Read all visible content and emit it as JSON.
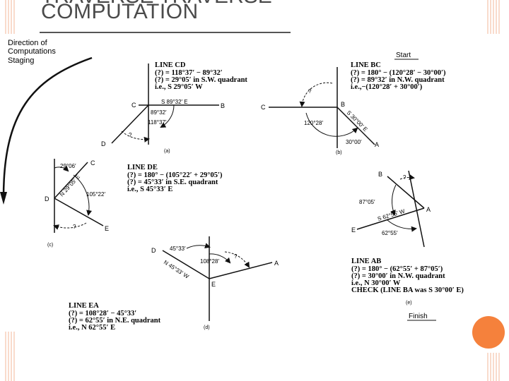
{
  "slide": {
    "title_cut": "TRAVERSE TRAVERSE",
    "title": "COMPUTATION",
    "accent_color": "#f5813c"
  },
  "header_left": [
    "Direction of",
    "Computations",
    "Staging"
  ],
  "start_label": "Start",
  "finish_label": "Finish",
  "line_cd": {
    "heading": "LINE CD",
    "lines": [
      "(?) = 118°37′ − 89°32′",
      "(?) = 29°05′ in S.W. quadrant",
      "i.e., S 29°05′ W"
    ]
  },
  "line_bc": {
    "heading": "LINE BC",
    "lines": [
      "(?) = 180° − (120°28′ − 30°00′)",
      "(?) = 89°32′ in N.W. quadrant",
      "i.e.,−(120°28′ + 30°00′)"
    ]
  },
  "line_de": {
    "heading": "LINE DE",
    "lines": [
      "(?) = 180° − (105°22′ + 29°05′)",
      "(?) = 45°33′ in S.E. quadrant",
      "i.e., S 45°33′ E"
    ]
  },
  "line_ab": {
    "heading": "LINE AB",
    "lines": [
      "(?) = 180° − (62°55′ + 87°05′)",
      "(?) = 30°00′ in N.W. quadrant",
      "i.e., N 30°00′ W",
      "CHECK (LINE BA was S 30°00′ E)"
    ]
  },
  "line_ea": {
    "heading": "LINE EA",
    "lines": [
      "(?) = 108°28′ − 45°33′",
      "(?) = 62°55′ in N.E. quadrant",
      "i.e., N 62°55′ E"
    ]
  },
  "fig_a": {
    "caption": "(a)",
    "pts": {
      "C": "C",
      "B": "B",
      "D": "D"
    },
    "bearing": "S 89°32′ E",
    "angle_small": "89°32′",
    "angle_big": "118°37′",
    "q": "?"
  },
  "fig_b": {
    "caption": "(b)",
    "pts": {
      "C": "C",
      "B": "B",
      "A": "A"
    },
    "bearing": "S 30°00′ E",
    "angle_big": "120°28′",
    "angle_small": "30°00′",
    "q": "?"
  },
  "fig_c": {
    "caption": "(c)",
    "pts": {
      "C": "C",
      "D": "D",
      "E": "E"
    },
    "bearing": "N 29°05′ E",
    "angle_top": "29°06′",
    "angle_big": "105°22′",
    "q": "?"
  },
  "fig_d": {
    "caption": "(d)",
    "pts": {
      "D": "D",
      "A": "A",
      "E": "E"
    },
    "bearing": "N 45°33′ W",
    "angle_top": "45°33′",
    "angle_big": "108°28′",
    "q": "?"
  },
  "fig_e": {
    "caption": "(e)",
    "pts": {
      "B": "B",
      "A": "A",
      "E": "E"
    },
    "bearing": "S 62°55′ W",
    "angle_top": "87°05′",
    "angle_bottom": "62°55′",
    "q": "?"
  }
}
